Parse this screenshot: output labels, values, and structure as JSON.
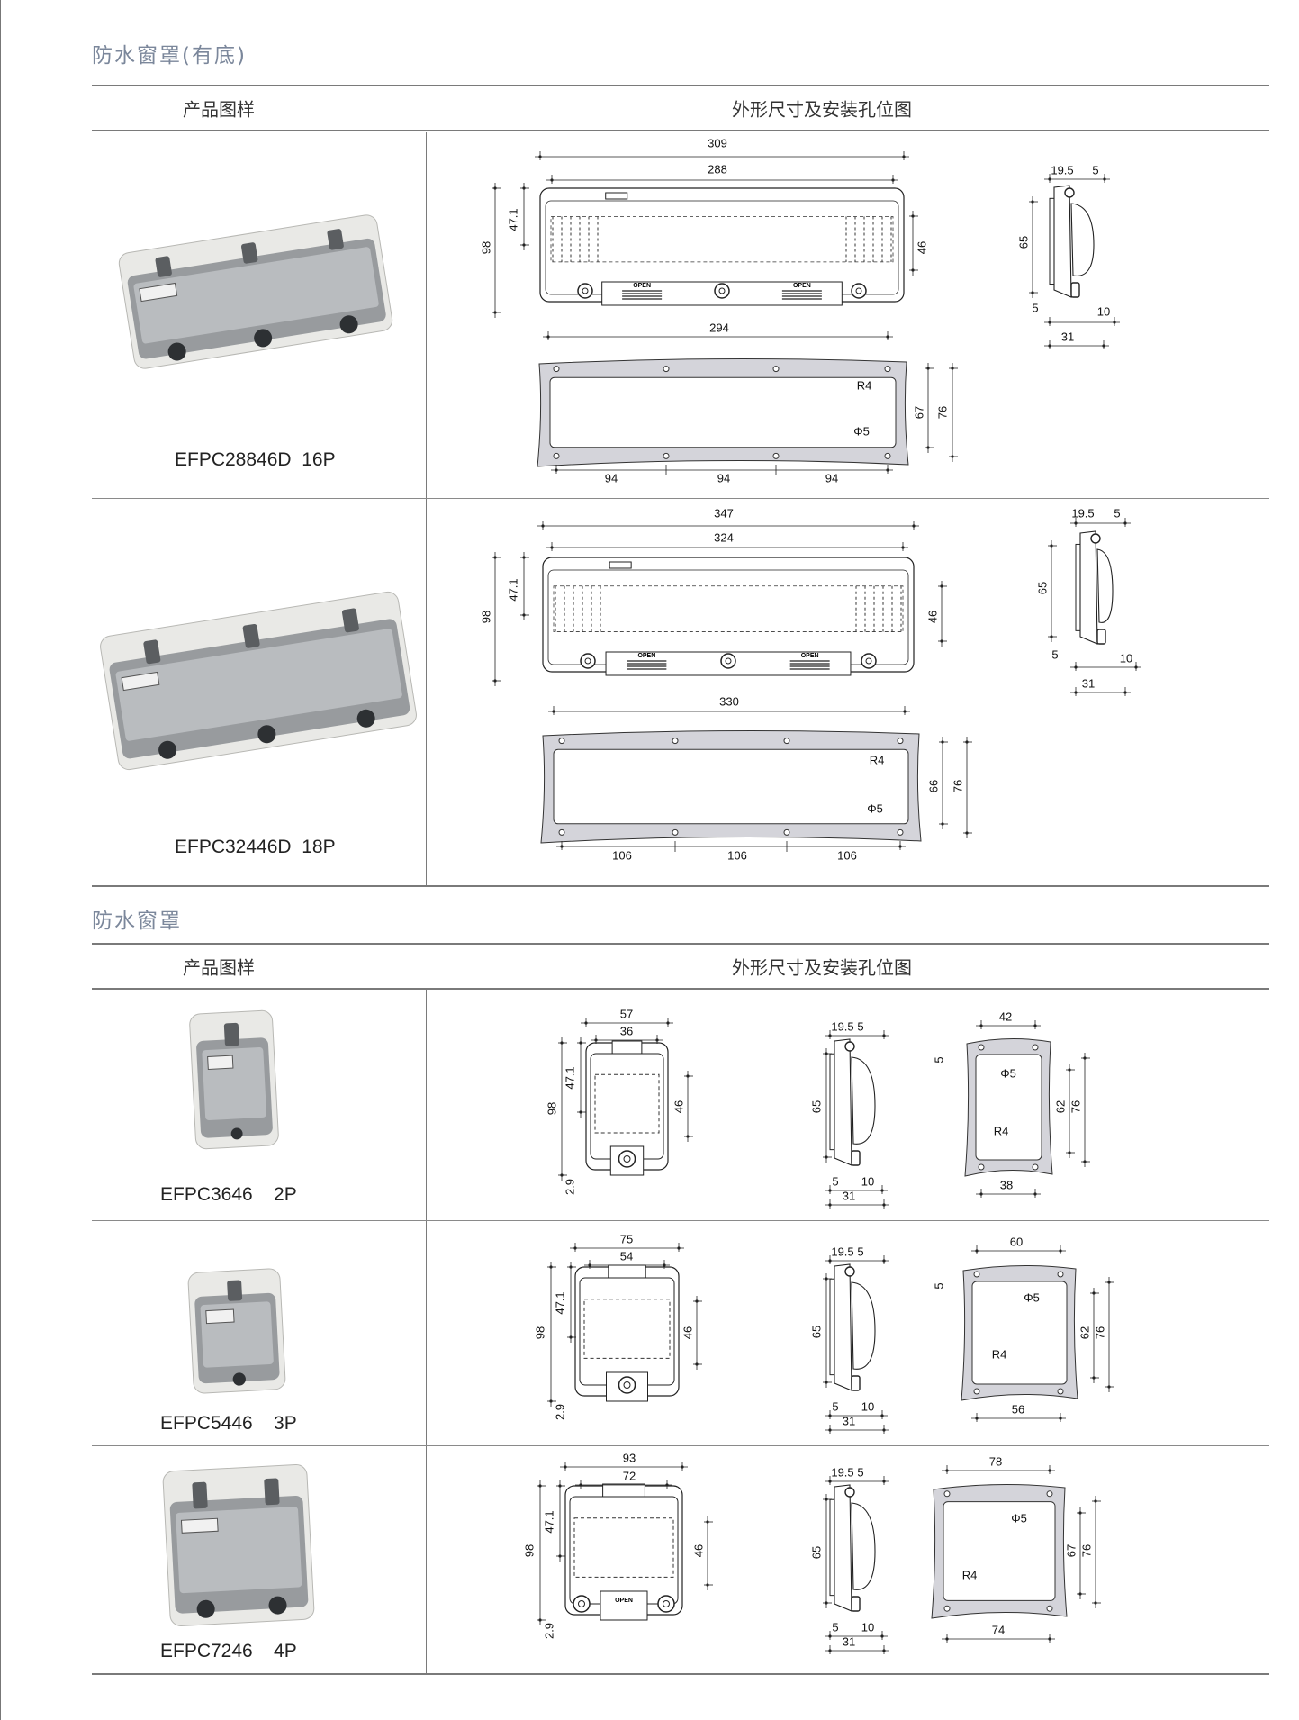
{
  "sections": [
    {
      "title": "防水窗罩(有底)",
      "col_product": "产品图样",
      "col_dims": "外形尺寸及安装孔位图"
    },
    {
      "title": "防水窗罩",
      "col_product": "产品图样",
      "col_dims": "外形尺寸及安装孔位图"
    }
  ],
  "rows": [
    {
      "name": "EFPC28846D  16P",
      "front": {
        "overall": "309",
        "inner": "288",
        "height": "98",
        "upper": "47.1",
        "window": "46",
        "open_label": "OPEN"
      },
      "side": {
        "top_a": "19.5",
        "top_b": "5",
        "height": "65",
        "bottom_a": "5",
        "bottom_b": "10",
        "depth": "31"
      },
      "cutout": {
        "width": "294",
        "radius": "R4",
        "hole": "Φ5",
        "inner_h": "67",
        "outer_h": "76",
        "spacing": [
          "94",
          "94",
          "94"
        ]
      }
    },
    {
      "name": "EFPC32446D  18P",
      "front": {
        "overall": "347",
        "inner": "324",
        "height": "98",
        "upper": "47.1",
        "window": "46",
        "open_label": "OPEN"
      },
      "side": {
        "top_a": "19.5",
        "top_b": "5",
        "height": "65",
        "bottom_a": "5",
        "bottom_b": "10",
        "depth": "31"
      },
      "cutout": {
        "width": "330",
        "radius": "R4",
        "hole": "Φ5",
        "inner_h": "66",
        "outer_h": "76",
        "spacing": [
          "106",
          "106",
          "106"
        ]
      }
    },
    {
      "name": "EFPC3646    2P",
      "front": {
        "overall": "57",
        "inner": "36",
        "height": "98",
        "upper": "47.1",
        "window": "46",
        "offset": "2.9"
      },
      "side": {
        "top_a": "19.5",
        "top_b": "5",
        "height": "65",
        "bottom_a": "5",
        "bottom_b": "10",
        "depth": "31"
      },
      "cutout": {
        "top": "42",
        "margin": "5",
        "hole": "Φ5",
        "radius": "R4",
        "inner_h": "62",
        "outer_h": "76",
        "bottom": "38"
      }
    },
    {
      "name": "EFPC5446    3P",
      "front": {
        "overall": "75",
        "inner": "54",
        "height": "98",
        "upper": "47.1",
        "window": "46",
        "offset": "2.9"
      },
      "side": {
        "top_a": "19.5",
        "top_b": "5",
        "height": "65",
        "bottom_a": "5",
        "bottom_b": "10",
        "depth": "31"
      },
      "cutout": {
        "top": "60",
        "margin": "5",
        "hole": "Φ5",
        "radius": "R4",
        "inner_h": "62",
        "outer_h": "76",
        "bottom": "56"
      }
    },
    {
      "name": "EFPC7246    4P",
      "front": {
        "overall": "93",
        "inner": "72",
        "height": "98",
        "upper": "47.1",
        "window": "46",
        "offset": "2.9",
        "open_label": "OPEN"
      },
      "side": {
        "top_a": "19.5",
        "top_b": "5",
        "height": "65",
        "bottom_a": "5",
        "bottom_b": "10",
        "depth": "31"
      },
      "cutout": {
        "top": "78",
        "hole": "Φ5",
        "radius": "R4",
        "inner_h": "67",
        "outer_h": "76",
        "bottom": "74"
      }
    }
  ]
}
